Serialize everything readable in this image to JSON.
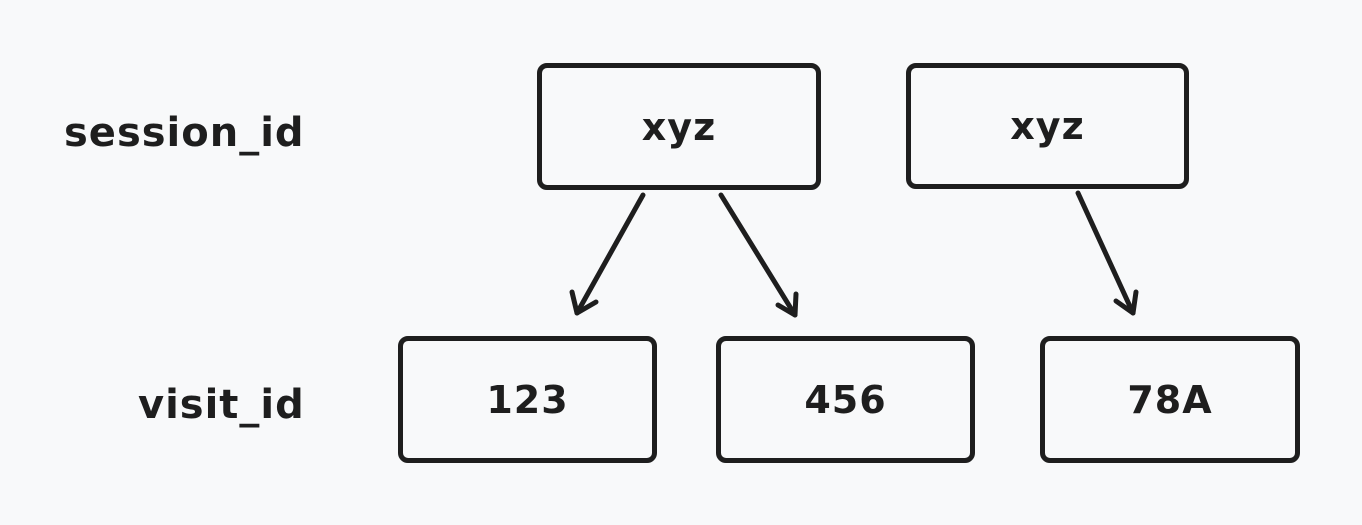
{
  "row_labels": {
    "session": "session_id",
    "visit": "visit_id"
  },
  "session_boxes": [
    "xyz",
    "xyz"
  ],
  "visit_boxes": [
    "123",
    "456",
    "78A"
  ],
  "colors": {
    "background": "#f8f9fa",
    "stroke": "#1e1e1e"
  }
}
